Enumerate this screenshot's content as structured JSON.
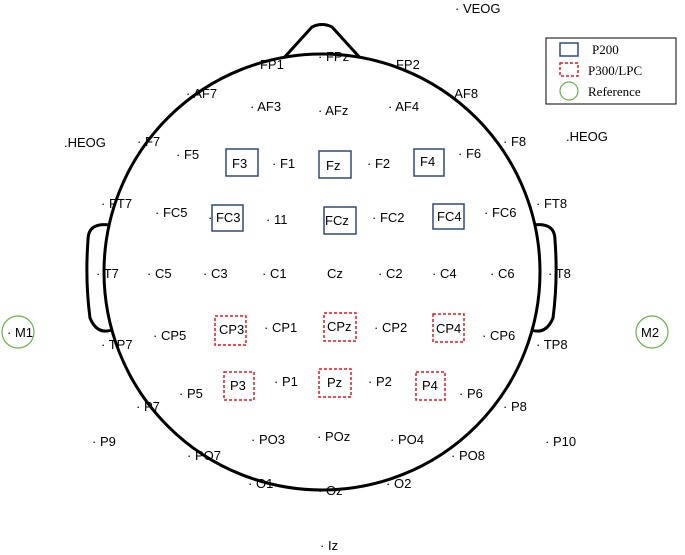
{
  "colors": {
    "head_outline": "#000000",
    "p200_box": "#2e4a7a",
    "p300_box": "#e8141e",
    "reference_circle": "#6ab04c"
  },
  "legend": {
    "items": [
      {
        "key": "p200",
        "label": "P200",
        "marker": "solid-blue-square"
      },
      {
        "key": "p300",
        "label": "P300/LPC",
        "marker": "dashed-red-square"
      },
      {
        "key": "reference",
        "label": "Reference",
        "marker": "green-circle"
      }
    ]
  },
  "electrodes": [
    "VEOG",
    "FP1",
    "FPz",
    "FP2",
    "AF7",
    "AF3",
    "AFz",
    "AF4",
    "AF8",
    ".HEOG",
    "F7",
    "F5",
    "F3",
    "F1",
    "Fz",
    "F2",
    "F4",
    "F6",
    "F8",
    ".HEOG",
    "FT7",
    "FC5",
    "FC3",
    "11",
    "FCz",
    "FC2",
    "FC4",
    "FC6",
    "FT8",
    "T7",
    "C5",
    "C3",
    "C1",
    "Cz",
    "C2",
    "C4",
    "C6",
    "T8",
    "M1",
    "TP7",
    "CP5",
    "CP3",
    "CP1",
    "CPz",
    "CP2",
    "CP4",
    "CP6",
    "TP8",
    "M2",
    "P7",
    "P5",
    "P3",
    "P1",
    "Pz",
    "P2",
    "P4",
    "P6",
    "P8",
    "P9",
    "PO7",
    "PO3",
    "POz",
    "PO4",
    "PO8",
    "P10",
    "O1",
    "Oz",
    "O2",
    "Iz"
  ],
  "groups": {
    "p200": [
      "F3",
      "Fz",
      "F4",
      "FC3",
      "FCz",
      "FC4"
    ],
    "p300": [
      "CP3",
      "CPz",
      "CP4",
      "P3",
      "Pz",
      "P4"
    ],
    "reference": [
      "M1",
      "M2"
    ]
  }
}
